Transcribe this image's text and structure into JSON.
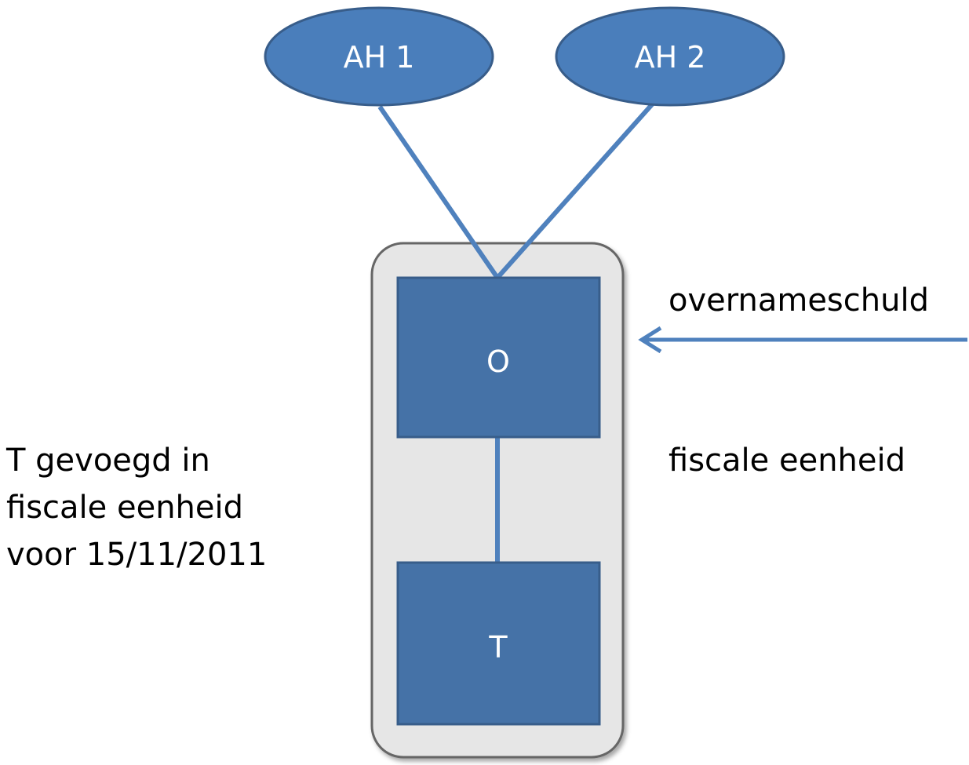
{
  "nodes": {
    "ah1": {
      "label": "AH 1"
    },
    "ah2": {
      "label": "AH 2"
    },
    "o": {
      "label": "O"
    },
    "t": {
      "label": "T"
    }
  },
  "annotations": {
    "arrow_label": "overnameschuld",
    "group_label": "fiscale eenheid",
    "note_lines": [
      "T gevoegd in",
      "fiscale eenheid",
      "voor 15/11/2011"
    ]
  },
  "colors": {
    "node_fill": "#4A7EBB",
    "box_fill": "#4572A7",
    "node_stroke": "#385D8A",
    "line": "#4F81BD",
    "group_fill": "#E6E6E6",
    "group_stroke": "#666666"
  }
}
